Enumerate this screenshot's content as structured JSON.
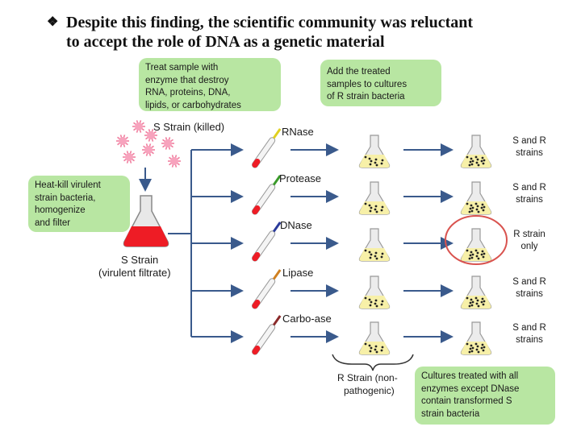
{
  "heading": {
    "bullet": "❖",
    "line1": "Despite this finding, the scientific community was reluctant",
    "line2": "to accept the role of DNA as a genetic material"
  },
  "notes": {
    "treat": [
      "Treat sample with",
      "enzyme that destroy",
      "RNA, proteins, DNA,",
      "lipids, or carbohydrates"
    ],
    "add": [
      "Add the treated",
      "samples to cultures",
      "of R strain bacteria"
    ],
    "heat": [
      "Heat-kill virulent",
      "strain bacteria,",
      "homogenize",
      "and filter"
    ],
    "cultures": [
      "Cultures treated with all",
      "enzymes except DNase",
      "contain transformed S",
      "strain bacteria"
    ]
  },
  "labels": {
    "s_killed": "S Strain (killed)",
    "s_strain": "S Strain",
    "filtrate": "(virulent filtrate)",
    "r_strain_1": "R Strain (non-",
    "r_strain_2": "pathogenic)"
  },
  "enzymes": [
    "RNase",
    "Protease",
    "DNase",
    "Lipase",
    "Carbo-ase"
  ],
  "results": [
    [
      "S and R",
      "strains"
    ],
    [
      "S and R",
      "strains"
    ],
    [
      "R strain",
      "only"
    ],
    [
      "S and R",
      "strains"
    ],
    [
      "S and R",
      "strains"
    ]
  ],
  "colors": {
    "note_bg": "#b8e6a2",
    "filtrate_red": "#ee1c25",
    "flask_fill": "#f7f0a8",
    "highlight_circle": "#d9534f",
    "tip_colors": [
      "#e0d020",
      "#3a9a2a",
      "#2a3a9a",
      "#d08020",
      "#8a2a2a"
    ]
  }
}
